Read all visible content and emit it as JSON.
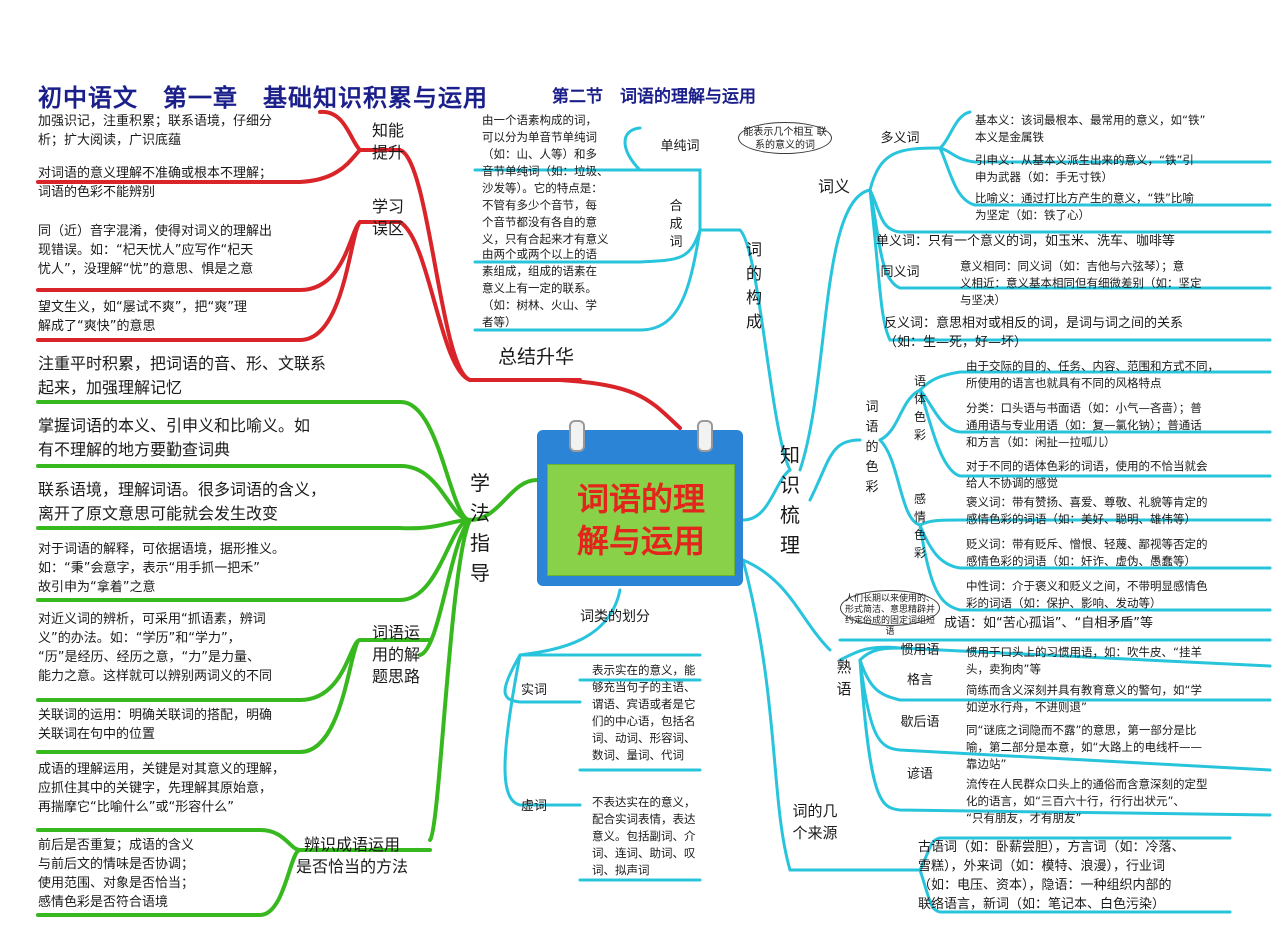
{
  "header": {
    "title": "初中语文　第一章　基础知识积累与运用",
    "subtitle": "第二节　词语的理解与运用"
  },
  "center": {
    "title": "词语的理\n解与运用"
  },
  "colors": {
    "red": "#d9252a",
    "green": "#37b81e",
    "cyan": "#27c4dc",
    "title_blue": "#1b1f8a",
    "center_blue": "#2b84d6",
    "center_green": "#8ad14a"
  },
  "summary": {
    "label": "总结升华",
    "zhineng": {
      "label": "知能\n提升",
      "text": "加强识记，注重积累；联系语境，仔细分\n析；扩大阅读，广识底蕴"
    },
    "wuqu": {
      "label": "学习\n误区",
      "items": [
        "对词语的意义理解不准确或根本不理解；\n词语的色彩不能辨别",
        "同（近）音字混淆，使得对词义的理解出\n现错误。如：“杞天忧人”应写作“杞天\n忧人”，没理解“忧”的意思、惧是之意",
        "望文生义，如“屡试不爽”，把“爽”理\n解成了“爽快”的意思"
      ]
    }
  },
  "methods": {
    "label": "学\n法\n指\n导",
    "items": [
      "注重平时积累，把词语的音、形、文联系\n起来，加强理解记忆",
      "掌握词语的本义、引申义和比喻义。如\n有不理解的地方要勤查词典",
      "联系语境，理解词语。很多词语的含义，\n离开了原文意思可能就会发生改变",
      "对于词语的解释，可依据语境，据形推义。\n如：“秉”会意字，表示“用手抓一把禾”\n故引申为“拿着”之意"
    ],
    "jieti": {
      "label": "词语运\n用的解\n题思路",
      "items": [
        "对近义词的辨析，可采用“抓语素，辨词\n义”的办法。如：“学历”和“学力”，\n“历”是经历、经历之意，“力”是力量、\n能力之意。这样就可以辨别两词义的不同",
        "关联词的运用：明确关联词的搭配，明确\n关联词在句中的位置"
      ]
    },
    "chengyu": {
      "label": "辨识成语运用\n是否恰当的方法",
      "items": [
        "成语的理解运用，关键是对其意义的理解，\n应抓住其中的关键字，先理解其原始意，\n再揣摩它“比喻什么”或“形容什么”",
        "前后是否重复；成语的含义\n与前后文的情味是否协调；\n使用范围、对象是否恰当；\n感情色彩是否符合语境"
      ]
    }
  },
  "structure": {
    "label": "词\n的\n构\n成",
    "danchun": {
      "label": "单纯词",
      "text": "由一个语素构成的词，\n可以分为单音节单纯词\n（如：山、人等）和多\n音节单纯词（如：垃圾、\n沙发等）。它的特点是：\n不管有多少个音节，每\n个音节都没有各自的意\n义，只有合起来才有意义"
    },
    "hecheng": {
      "label": "合\n成\n词",
      "text": "由两个或两个以上的语\n素组成，组成的语素在\n意义上有一定的联系。\n（如：树林、火山、学\n者等）"
    }
  },
  "knowledge": {
    "label": "知\n识\n梳\n理"
  },
  "meaning": {
    "label": "词义",
    "bubble": "能表示几个相互\n联系的意义的词",
    "duoyi": {
      "label": "多义词",
      "items": [
        "基本义：该词最根本、最常用的意义，如“铁”\n本义是金属铁",
        "引申义：从基本义派生出来的意义，“铁”引\n申为武器（如：手无寸铁）",
        "比喻义：通过打比方产生的意义，“铁”比喻\n为坚定（如：铁了心）"
      ]
    },
    "danyi": "单义词：只有一个意义的词，如玉米、洗车、咖啡等",
    "tongyi": {
      "label": "同义词",
      "text": "意义相同：同义词（如：吉他与六弦琴）；意\n义相近：意义基本相同但有细微差别（如：坚定\n与坚决）"
    },
    "fanyi": "反义词：意思相对或相反的词，是词与词之间的关系\n（如：生—死，好—坏）"
  },
  "color": {
    "label": "词\n语\n的\n色\n彩",
    "yuti": {
      "label": "语\n体\n色\n彩",
      "items": [
        "由于交际的目的、任务、内容、范围和方式不同，\n所使用的语言也就具有不同的风格特点",
        "分类：口头语与书面语（如：小气—吝啬）；普\n通用语与专业用语（如：复—氯化钠）；普通话\n和方言（如：闲扯—拉呱儿）",
        "对于不同的语体色彩的词语，使用的不恰当就会\n给人不协调的感觉"
      ]
    },
    "ganqing": {
      "label": "感\n情\n色\n彩",
      "items": [
        "褒义词：带有赞扬、喜爱、尊敬、礼貌等肯定的\n感情色彩的词语（如：美好、聪明、雄伟等）",
        "贬义词：带有贬斥、憎恨、轻蔑、鄙视等否定的\n感情色彩的词语（如：奸诈、虚伪、愚蠢等）",
        "中性词：介于褒义和贬义之间，不带明显感情色\n彩的词语（如：保护、影响、发动等）"
      ]
    }
  },
  "shuyu": {
    "label": "熟\n语",
    "bubble": "人们长期以来使用的、\n形式简洁、意思精辟并\n约定俗成的固定词组短语",
    "chengyu": "成语：如“苦心孤诣”、“自相矛盾”等",
    "items": [
      {
        "label": "惯用语",
        "text": "惯用于口头上的习惯用语，如：吹牛皮、“挂羊\n头，卖狗肉”等"
      },
      {
        "label": "格言",
        "text": "简练而含义深刻并具有教育意义的警句，如“学\n如逆水行舟，不进则退”"
      },
      {
        "label": "歇后语",
        "text": "同“谜底之词隐而不露”的意思，第一部分是比\n喻，第二部分是本意，如“大路上的电线杆——\n靠边站”"
      },
      {
        "label": "谚语",
        "text": "流传在人民群众口头上的通俗而含意深刻的定型\n化的语言，如“三百六十行，行行出状元”、\n“只有朋友，才有朋友”"
      }
    ]
  },
  "classes": {
    "label": "词类的划分",
    "shici": {
      "label": "实词",
      "text": "表示实在的意义，能\n够充当句子的主语、\n谓语、宾语或者是它\n们的中心语，包括名\n词、动词、形容词、\n数词、量词、代词"
    },
    "xuci": {
      "label": "虚词",
      "text": "不表达实在的意义，\n配合实词表情，表达\n意义。包括副词、介\n词、连词、助词、叹\n词、拟声词"
    }
  },
  "sources": {
    "label": "词的几\n个来源",
    "text": "古语词（如：卧薪尝胆），方言词（如：冷落、\n雪糕），外来词（如：模特、浪漫），行业词\n（如：电压、资本），隐语：一种组织内部的\n联络语言，新词（如：笔记本、白色污染）"
  }
}
